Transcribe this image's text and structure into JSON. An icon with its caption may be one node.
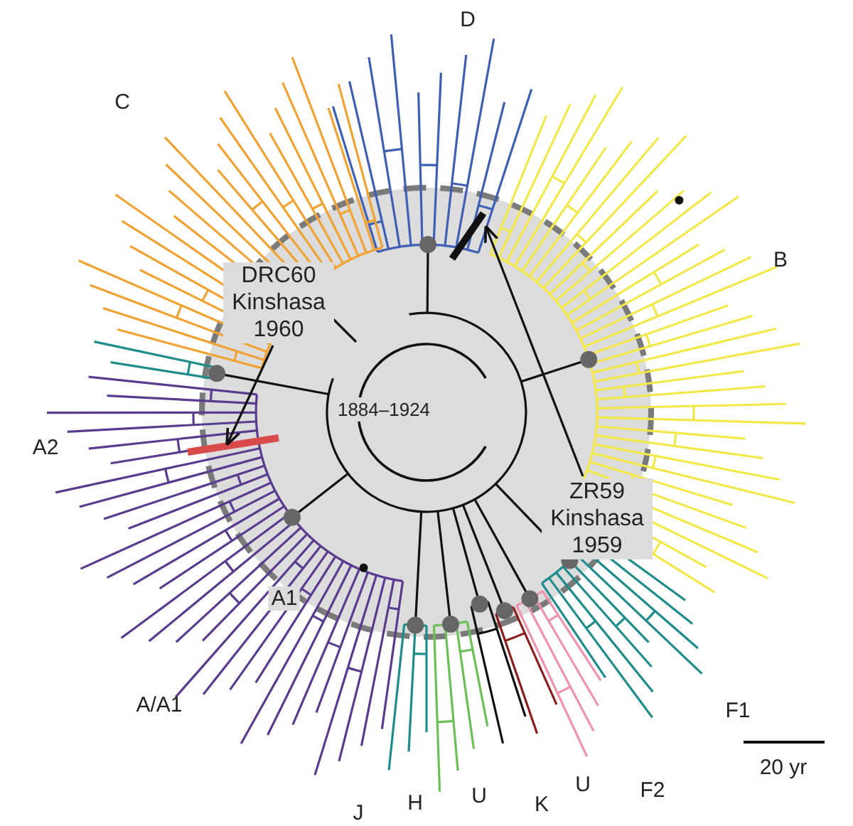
{
  "diagram": {
    "nodes": [
      {
        "text": [
          "DRC60 Kinshasa 1960"
        ]
      },
      {
        "text": [],
        "shape": "bar"
      },
      {
        "text": [
          "ZR59 Kinshasa 1959"
        ]
      },
      {
        "text": [],
        "shape": "bar"
      }
    ],
    "edges": [
      {
        "from": 0,
        "to": 1,
        "arrow": "to"
      },
      {
        "from": 2,
        "to": 3,
        "arrow": "to"
      }
    ],
    "labels": [
      "D",
      "C",
      "B",
      "1884–1924",
      "A2",
      "A1",
      "A/A1",
      "F1",
      "J",
      "H",
      "U",
      "U",
      "K",
      "F2",
      "20 yr"
    ]
  }
}
